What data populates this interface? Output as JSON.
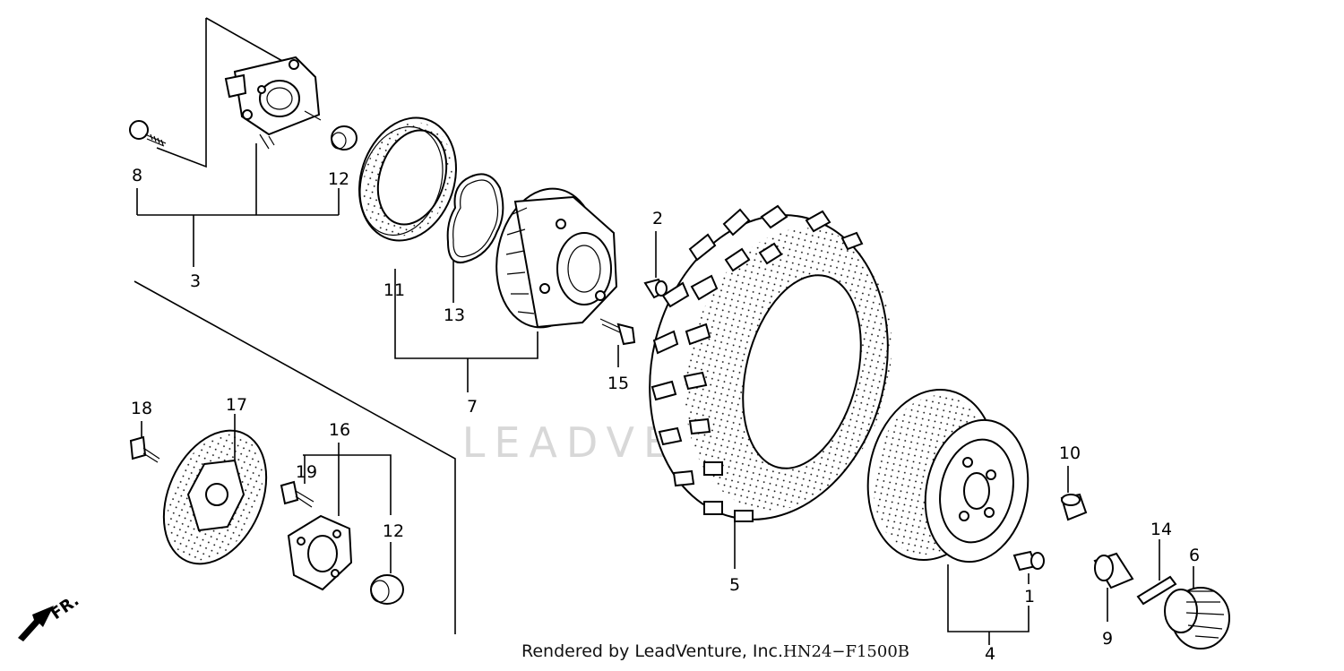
{
  "watermark": "LEADVENTURE",
  "front_indicator": {
    "label": "FR.",
    "icon": "front-arrow-icon"
  },
  "footer": {
    "credit": "Rendered by LeadVenture, Inc.",
    "code": "HN24−F1500B"
  },
  "callouts": {
    "c1": "1",
    "c2": "2",
    "c3": "3",
    "c4": "4",
    "c5": "5",
    "c6": "6",
    "c7": "7",
    "c8": "8",
    "c9": "9",
    "c10": "10",
    "c11": "11",
    "c12a": "12",
    "c12b": "12",
    "c13": "13",
    "c14": "14",
    "c15": "15",
    "c16": "16",
    "c17": "17",
    "c18": "18",
    "c19": "19"
  }
}
